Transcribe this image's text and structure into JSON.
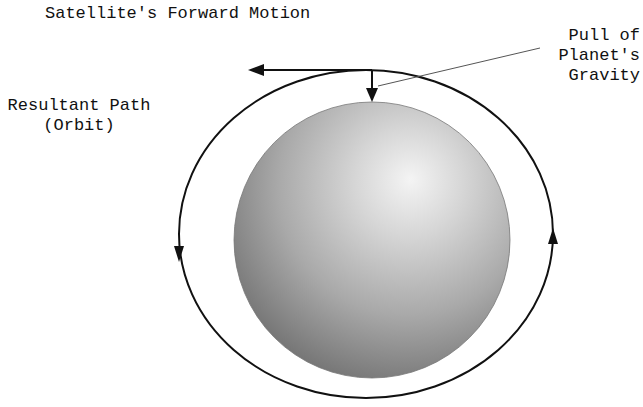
{
  "diagram": {
    "labels": [
      "Satellite's Forward Motion",
      "Pull of Planet's Gravity",
      "Resultant Path (Orbit)"
    ]
  }
}
